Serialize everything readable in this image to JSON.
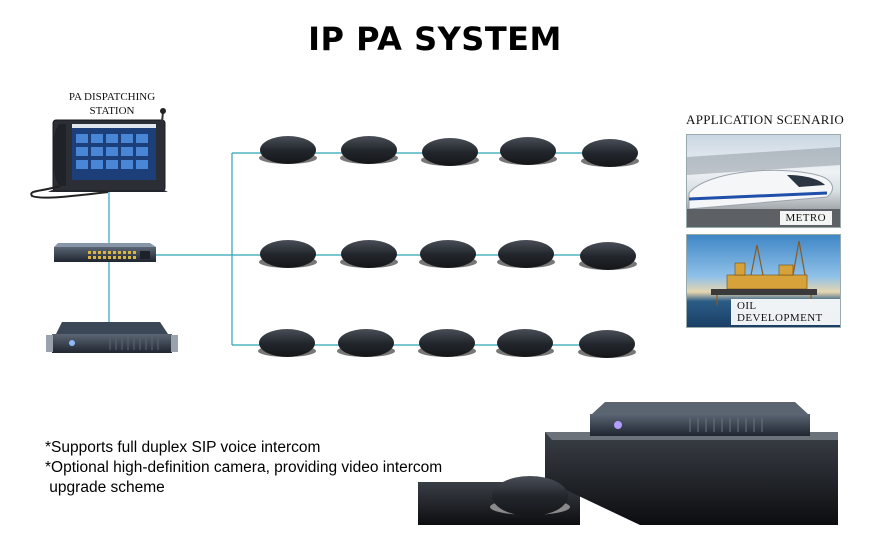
{
  "title": "IP PA SYSTEM",
  "station": {
    "label_line1": "PA DISPATCHING",
    "label_line2": "STATION"
  },
  "scenario": {
    "title": "APPLICATION SCENARIO",
    "items": [
      {
        "label": "METRO"
      },
      {
        "label": "OIL DEVELOPMENT"
      }
    ]
  },
  "features": [
    "*Supports full duplex SIP voice intercom",
    "*Optional high-definition camera, providing video intercom",
    " upgrade scheme"
  ],
  "speaker_grid": {
    "rows": 3,
    "per_row": 5
  },
  "colors": {
    "line": "#2aa3b8",
    "speaker": "#262a30",
    "device": "#303a4a"
  },
  "icons": [
    "ip-phone-icon",
    "network-switch-icon",
    "server-icon",
    "ceiling-speaker-icon"
  ]
}
